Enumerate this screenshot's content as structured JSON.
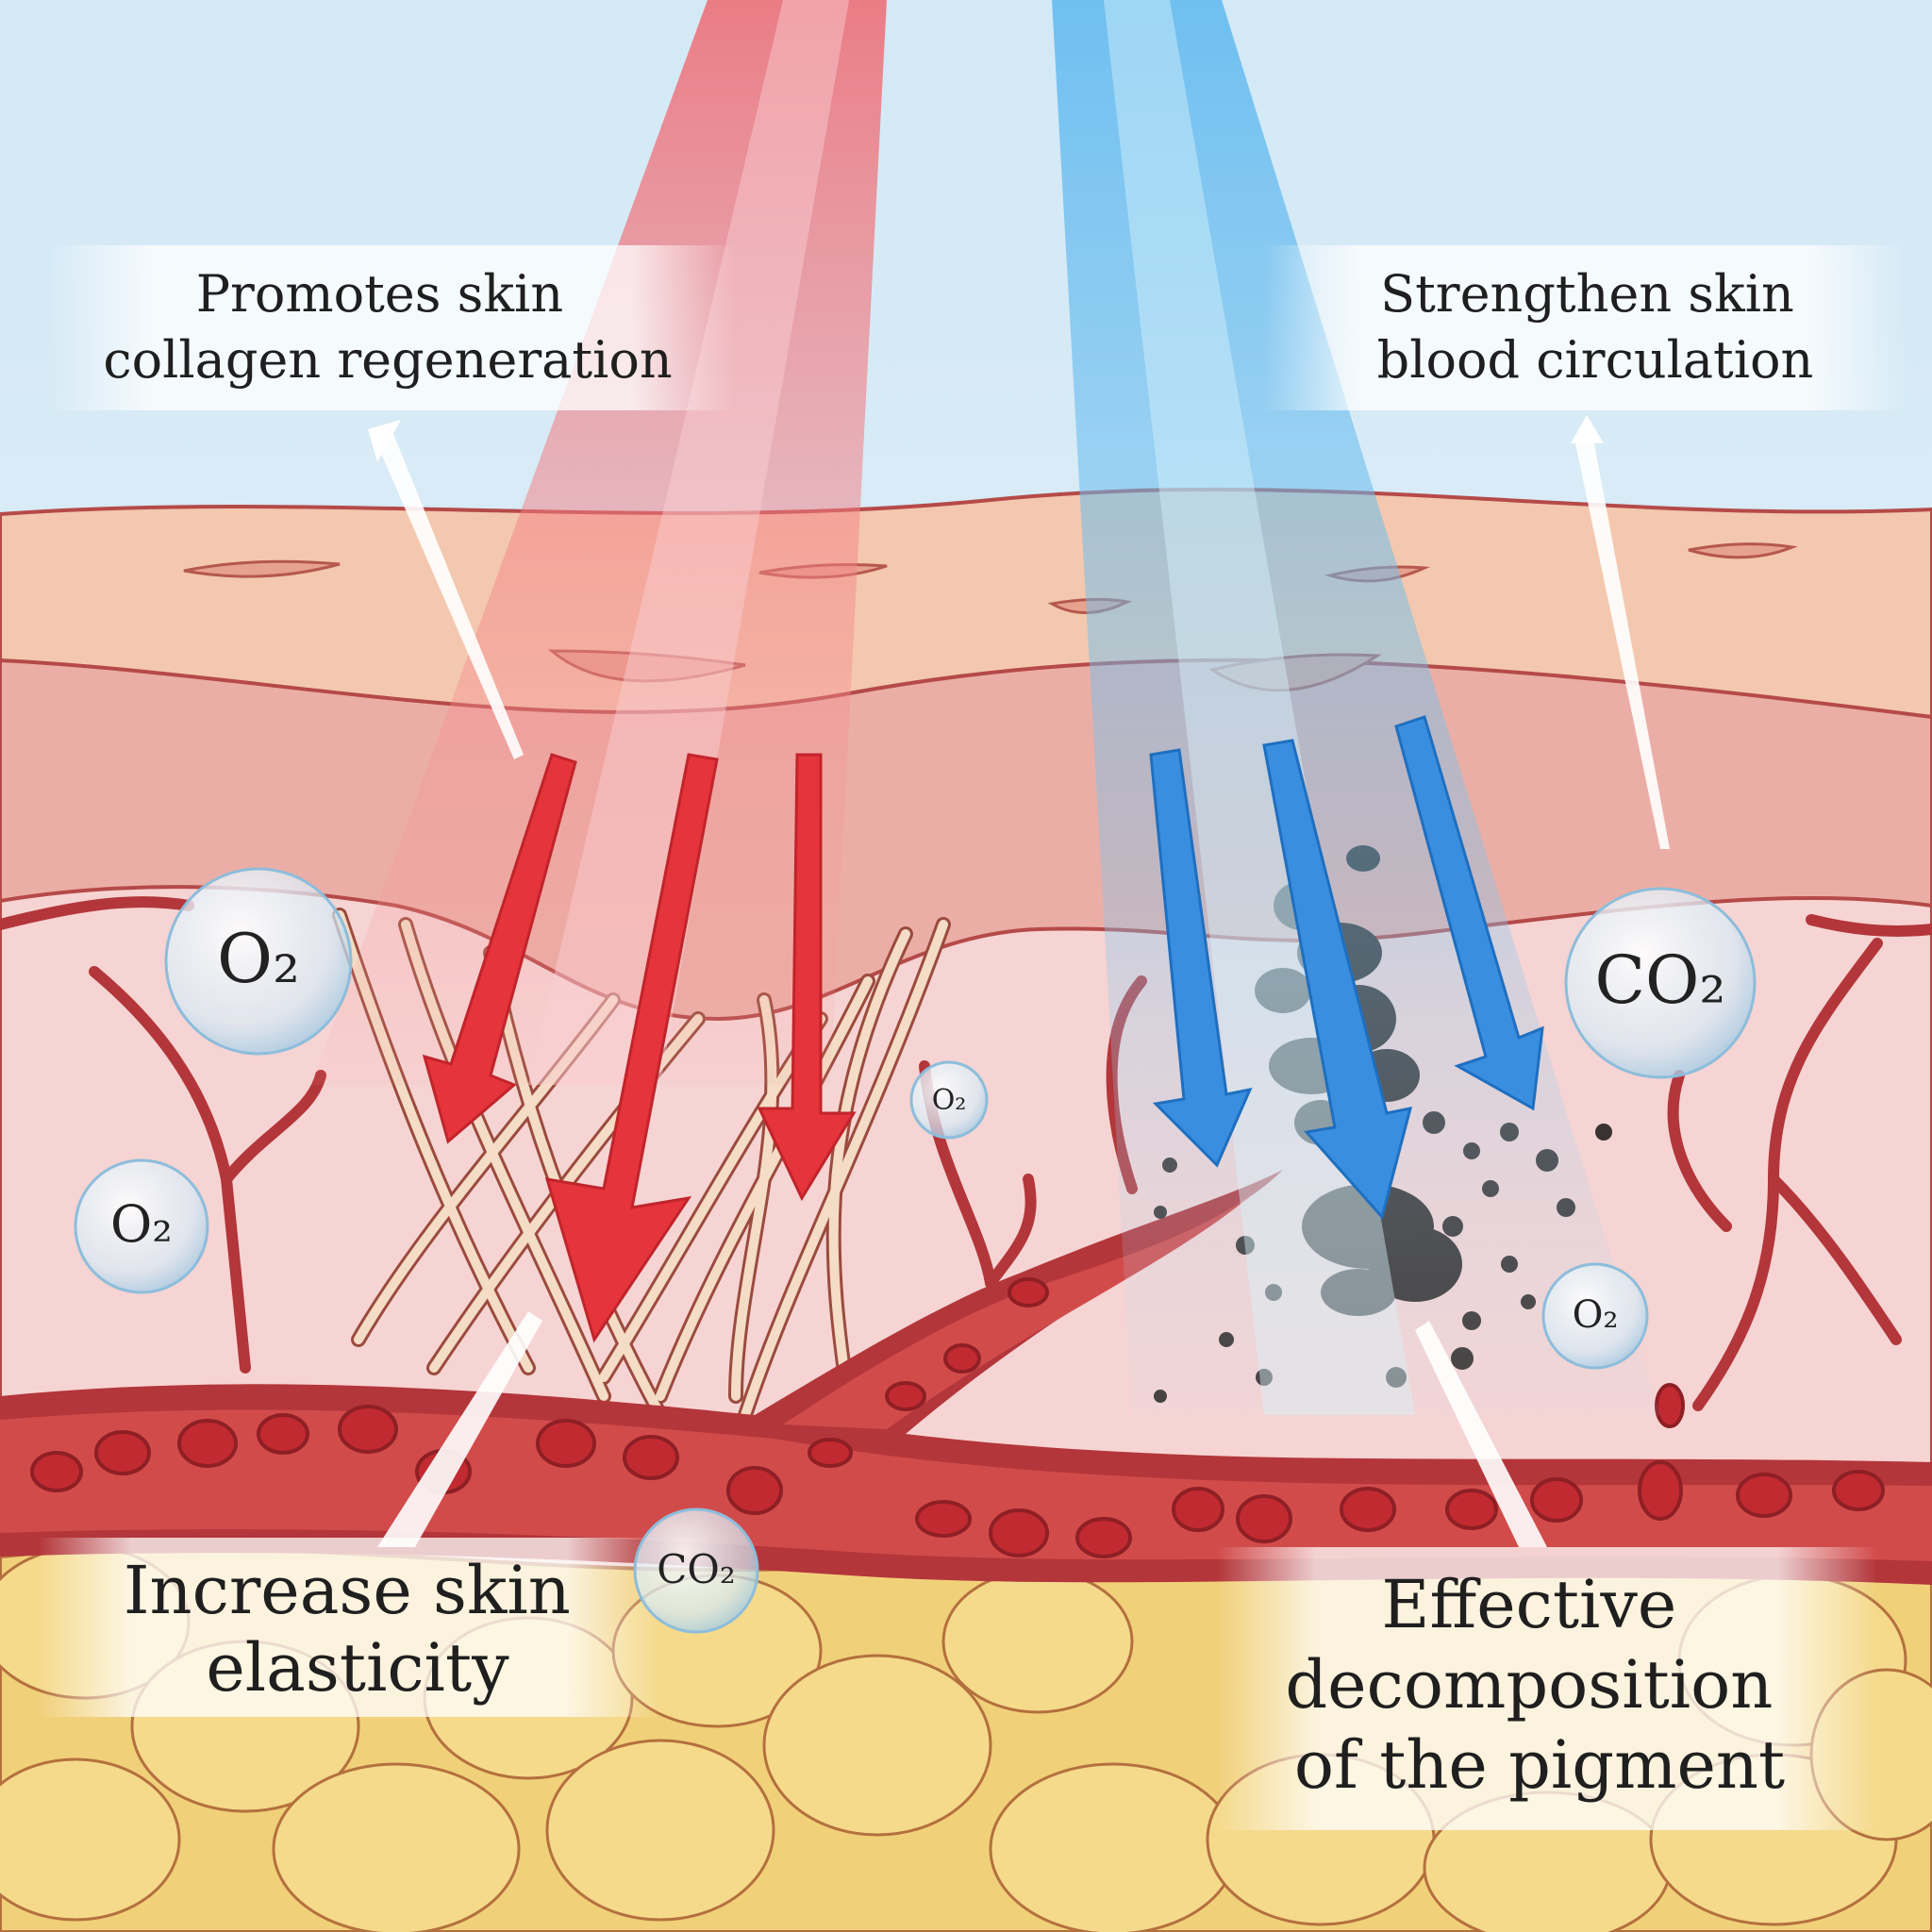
{
  "labels": {
    "collagen": {
      "line1": "Promotes skin",
      "line2": "collagen regeneration"
    },
    "circulation": {
      "line1": "Strengthen skin",
      "line2": "blood circulation"
    },
    "elasticity": {
      "line1": "Increase skin",
      "line2": "elasticity"
    },
    "pigment": {
      "line1": "Effective",
      "line2": "decomposition",
      "line3": "of the pigment"
    }
  },
  "bubbles": [
    {
      "text": "O₂"
    },
    {
      "text": "O₂"
    },
    {
      "text": "O₂"
    },
    {
      "text": "CO₂"
    },
    {
      "text": "O₂"
    },
    {
      "text": "CO₂"
    }
  ],
  "colors": {
    "red_light": "#e8343a",
    "blue_light": "#3a8ee0",
    "sky": "#d6ebf6",
    "epidermis": "#f2c6ad",
    "dermis": "#f5d3d2",
    "vessel": "#b3363a",
    "fat": "#f1d07a",
    "pigment": "#3b3331"
  }
}
